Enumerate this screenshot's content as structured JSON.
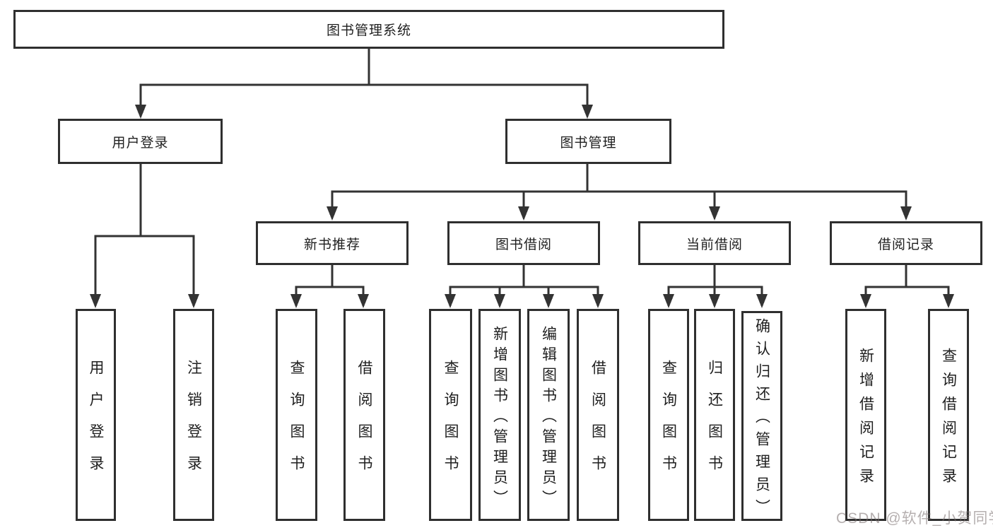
{
  "diagram": {
    "type": "tree",
    "nodes": {
      "root": "图书管理系统",
      "user_login": "用户登录",
      "book_management": "图书管理",
      "new_book_recommend": "新书推荐",
      "book_borrowing": "图书借阅",
      "current_borrowing": "当前借阅",
      "borrowing_records": "借阅记录",
      "leaves": {
        "user_login": "用户登录",
        "logout": "注销登录",
        "nbr_query_books": "查询图书",
        "nbr_borrow_books": "借阅图书",
        "bb_query_books": "查询图书",
        "bb_add_books": "新增图书（管理员）",
        "bb_edit_books": "编辑图书（管理员）",
        "bb_borrow_books": "借阅图书",
        "cb_query_books": "查询图书",
        "cb_return_books": "归还图书",
        "cb_confirm_return": "确认归还（管理员）",
        "br_add_record": "新增借阅记录",
        "br_query_record": "查询借阅记录"
      }
    },
    "edges": [
      [
        "图书管理系统",
        "用户登录"
      ],
      [
        "图书管理系统",
        "图书管理"
      ],
      [
        "用户登录",
        "用户登录(叶)"
      ],
      [
        "用户登录",
        "注销登录"
      ],
      [
        "图书管理",
        "新书推荐"
      ],
      [
        "图书管理",
        "图书借阅"
      ],
      [
        "图书管理",
        "当前借阅"
      ],
      [
        "图书管理",
        "借阅记录"
      ],
      [
        "新书推荐",
        "查询图书"
      ],
      [
        "新书推荐",
        "借阅图书"
      ],
      [
        "图书借阅",
        "查询图书"
      ],
      [
        "图书借阅",
        "新增图书（管理员）"
      ],
      [
        "图书借阅",
        "编辑图书（管理员）"
      ],
      [
        "图书借阅",
        "借阅图书"
      ],
      [
        "当前借阅",
        "查询图书"
      ],
      [
        "当前借阅",
        "归还图书"
      ],
      [
        "当前借阅",
        "确认归还（管理员）"
      ],
      [
        "借阅记录",
        "新增借阅记录"
      ],
      [
        "借阅记录",
        "查询借阅记录"
      ]
    ]
  },
  "watermark": "CSDN @软件_小贺同学",
  "colors": {
    "line": "#333333",
    "box_border": "#2f2f2f",
    "text": "#1f1f1f",
    "watermark": "#b5afaf",
    "background": "#ffffff"
  }
}
